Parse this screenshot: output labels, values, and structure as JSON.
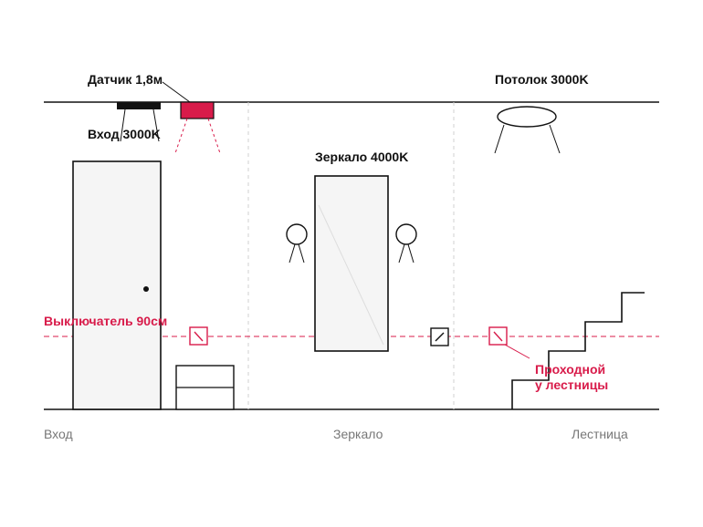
{
  "labels": {
    "sensor": "Датчик 1,8м",
    "entrance_light": "Вход 3000K",
    "ceiling_light": "Потолок 3000K",
    "mirror_light": "Зеркало 4000K",
    "switch_height": "Выключатель 90см",
    "passthrough_line1": "Проходной",
    "passthrough_line2": "у лестницы"
  },
  "zones": [
    "Вход",
    "Зеркало",
    "Лестница"
  ],
  "colors": {
    "accent": "#d81b4a",
    "line": "#111111",
    "fill": "#f5f5f5",
    "divider": "#cccccc",
    "zone_text": "#777777"
  }
}
